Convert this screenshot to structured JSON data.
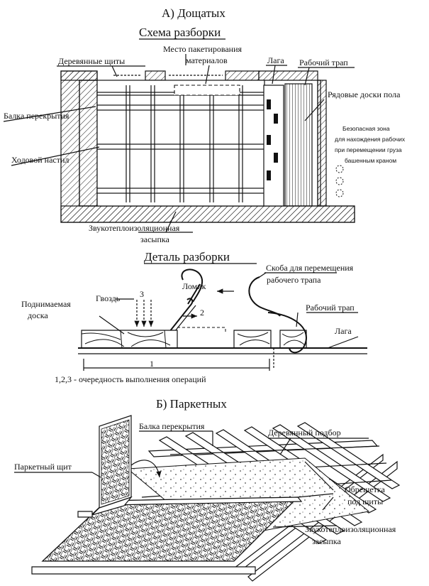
{
  "titles": {
    "section_a": "А) Дощатых",
    "scheme": "Схема разборки",
    "detail": "Деталь разборки",
    "section_b": "Б) Паркетных"
  },
  "scheme_labels": {
    "wooden_shields": "Деревянные щиты",
    "packaging_place_1": "Место пакетирования",
    "packaging_place_2": "материалов",
    "joist": "Лага",
    "work_ladder": "Рабочий трап",
    "floor_boards": "Рядовые доски пола",
    "beam": "Балка перекрытия",
    "walkway": "Ходовой настил",
    "safe_zone_1": "Безопасная зона",
    "safe_zone_2": "для нахождения рабочих",
    "safe_zone_3": "при перемещении груза",
    "safe_zone_4": "башенным краном",
    "insulation_1": "Звукотеплоизоляционная",
    "insulation_2": "засыпка"
  },
  "detail_labels": {
    "crowbar": "Ломик",
    "bracket_1": "Скоба для перемещения",
    "bracket_2": "рабочего трапа",
    "lifted_board_1": "Поднимаемая",
    "lifted_board_2": "доска",
    "nail": "Гвоздь",
    "step_1": "1",
    "step_2": "2",
    "step_3": "3",
    "work_ladder": "Рабочий трап",
    "joist": "Лага",
    "sequence_note": "1,2,3 - очередность выполнения операций"
  },
  "parquet_labels": {
    "beam": "Балка перекрытия",
    "wooden_filler": "Деревянный подбор",
    "parquet_shield": "Паркетный щит",
    "lathing_1": "Обрешетка",
    "lathing_2": "под щиты",
    "insulation_1": "Звукотеплоизоляционная",
    "insulation_2": "засыпка"
  }
}
